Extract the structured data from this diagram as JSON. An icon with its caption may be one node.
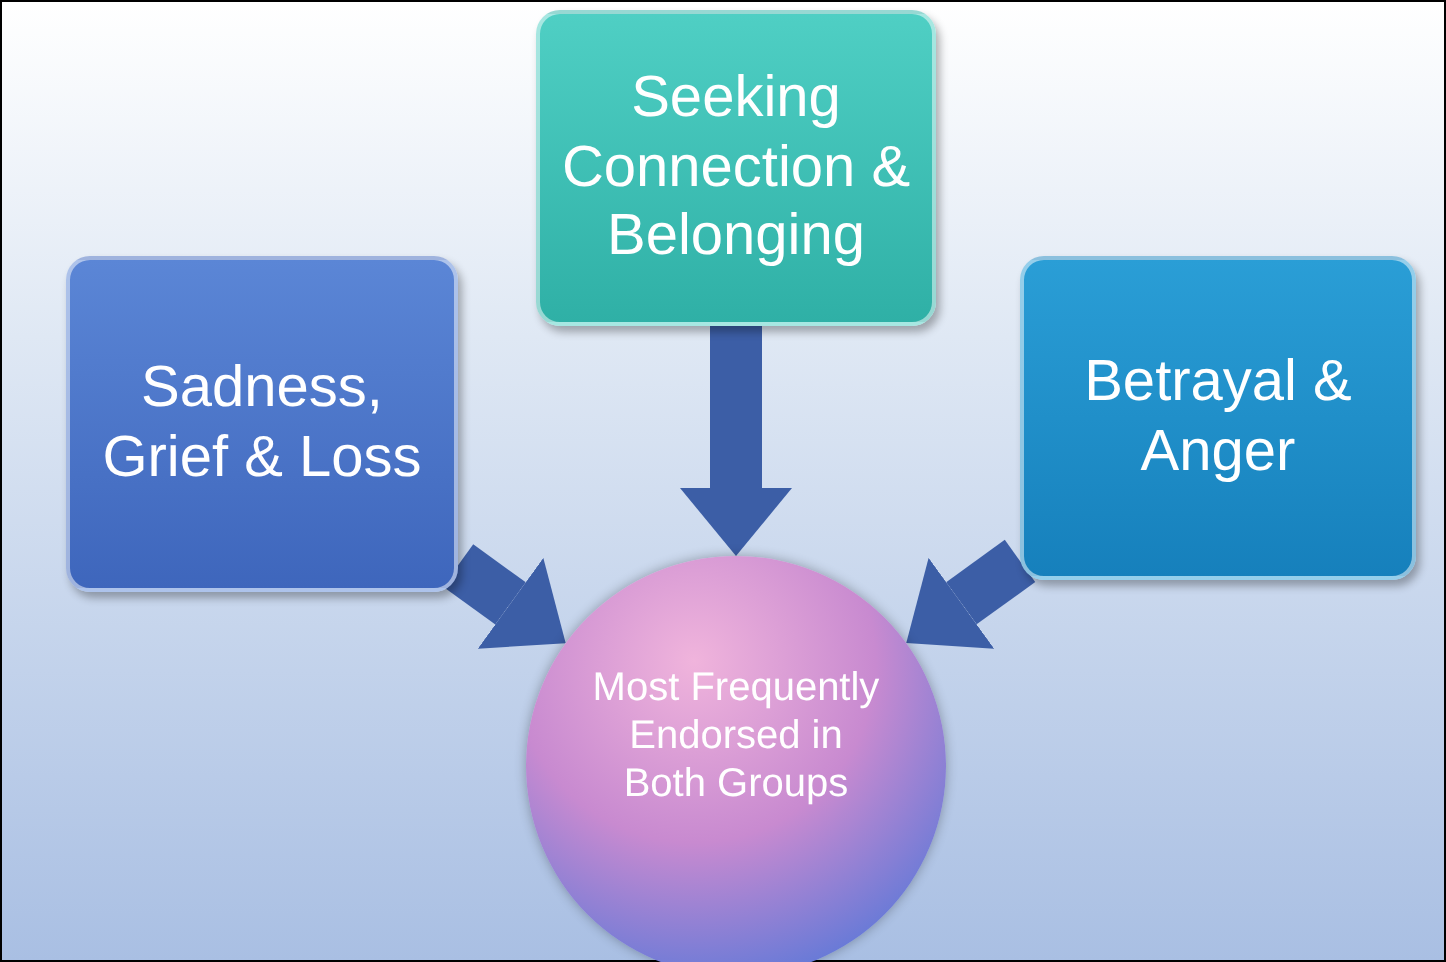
{
  "diagram": {
    "nodes": [
      {
        "text": [
          "Sadness, Grief & Loss"
        ]
      },
      {
        "text": [
          "Seeking Connection & Belonging"
        ]
      },
      {
        "text": [
          "Betrayal & Anger"
        ]
      },
      {
        "text": [
          "Most Frequently Endorsed in Both Groups"
        ]
      }
    ],
    "edges": [
      {
        "from": 0,
        "to": 3,
        "arrow": "to"
      },
      {
        "from": 1,
        "to": 3,
        "arrow": "to"
      },
      {
        "from": 2,
        "to": 3,
        "arrow": "to"
      }
    ]
  }
}
